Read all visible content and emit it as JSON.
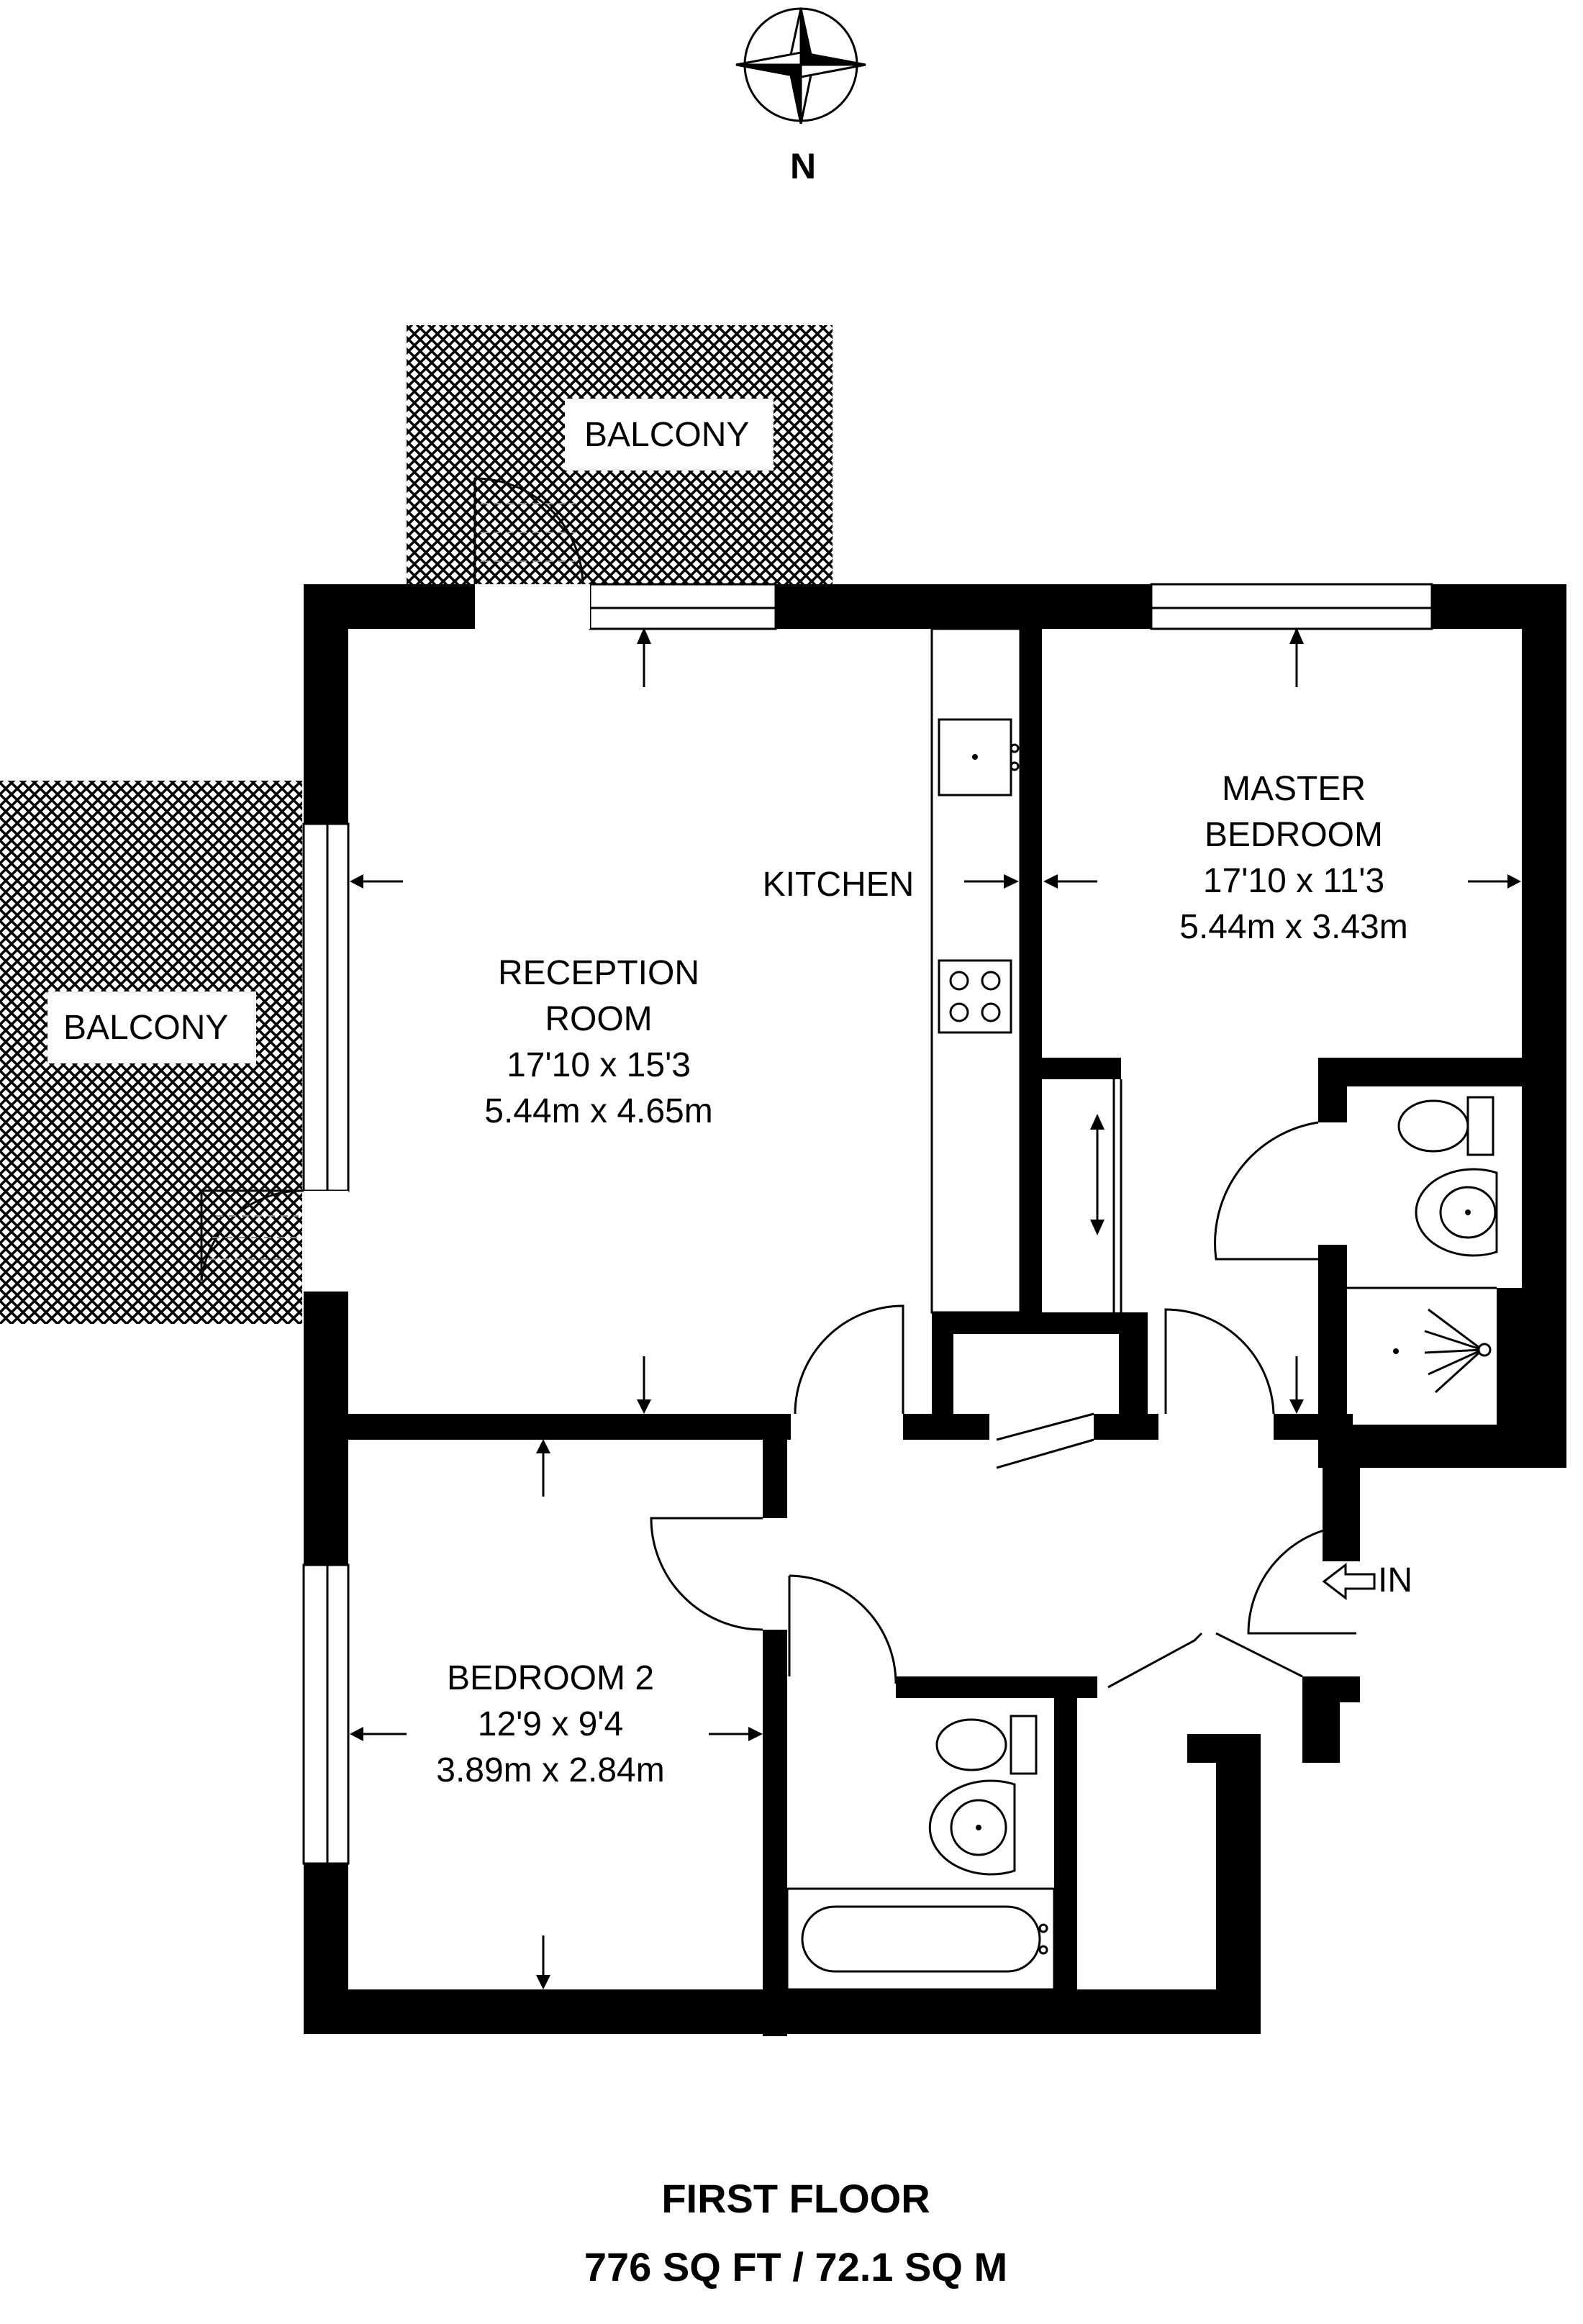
{
  "compass": {
    "north_label": "N"
  },
  "balconies": {
    "top": {
      "label": "BALCONY"
    },
    "left": {
      "label": "BALCONY"
    }
  },
  "rooms": {
    "reception": {
      "name_line1": "RECEPTION",
      "name_line2": "ROOM",
      "dim_imperial": "17'10 x 15'3",
      "dim_metric": "5.44m x 4.65m"
    },
    "kitchen": {
      "name": "KITCHEN"
    },
    "master_bedroom": {
      "name_line1": "MASTER",
      "name_line2": "BEDROOM",
      "dim_imperial": "17'10 x 11'3",
      "dim_metric": "5.44m x 3.43m"
    },
    "bedroom2": {
      "name": "BEDROOM 2",
      "dim_imperial": "12'9 x 9'4",
      "dim_metric": "3.89m x 2.84m"
    }
  },
  "entrance": {
    "label": "IN"
  },
  "footer": {
    "floor_name": "FIRST FLOOR",
    "area": "776 SQ FT / 72.1 SQ M"
  },
  "colors": {
    "wall": "#000000",
    "background": "#ffffff",
    "hatch": "#000000"
  }
}
